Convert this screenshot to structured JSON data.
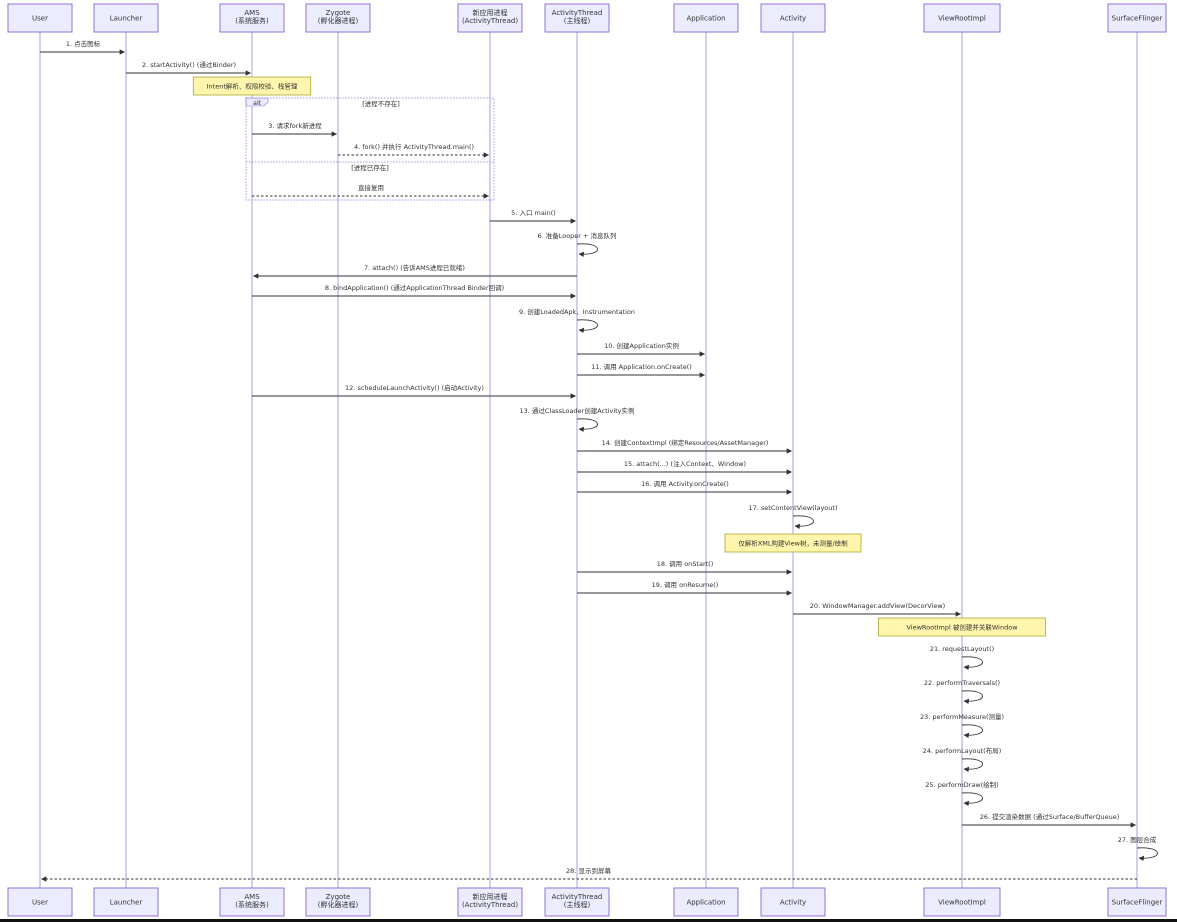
{
  "actors": [
    {
      "id": "user",
      "lines": [
        "User"
      ]
    },
    {
      "id": "launcher",
      "lines": [
        "Launcher"
      ]
    },
    {
      "id": "ams",
      "lines": [
        "AMS",
        "(系统服务)"
      ]
    },
    {
      "id": "zygote",
      "lines": [
        "Zygote",
        "(孵化器进程)"
      ]
    },
    {
      "id": "newproc",
      "lines": [
        "新应用进程",
        "(ActivityThread)"
      ]
    },
    {
      "id": "at",
      "lines": [
        "ActivityThread",
        "(主线程)"
      ]
    },
    {
      "id": "application",
      "lines": [
        "Application"
      ]
    },
    {
      "id": "activity",
      "lines": [
        "Activity"
      ]
    },
    {
      "id": "vri",
      "lines": [
        "ViewRootImpl"
      ]
    },
    {
      "id": "sf",
      "lines": [
        "SurfaceFlinger"
      ]
    }
  ],
  "steps": [
    {
      "kind": "msg",
      "from": "user",
      "to": "launcher",
      "text": "1. 点击图标"
    },
    {
      "kind": "msg",
      "from": "launcher",
      "to": "ams",
      "text": "2. startActivity() (通过Binder)"
    },
    {
      "kind": "note",
      "over": "ams",
      "text": "Intent解析、权限校验、栈管理"
    },
    {
      "kind": "alt_start",
      "label": "alt",
      "cond": "[进程不存在]"
    },
    {
      "kind": "msg",
      "from": "ams",
      "to": "zygote",
      "text": "3. 请求fork新进程"
    },
    {
      "kind": "msg",
      "from": "zygote",
      "to": "newproc",
      "text": "4. fork() 并执行 ActivityThread.main()",
      "dashed": true
    },
    {
      "kind": "alt_else",
      "cond": "[进程已存在]"
    },
    {
      "kind": "msg",
      "from": "ams",
      "to": "newproc",
      "text": "直接复用",
      "dashed": true
    },
    {
      "kind": "alt_end"
    },
    {
      "kind": "msg",
      "from": "newproc",
      "to": "at",
      "text": "5. 入口 main()"
    },
    {
      "kind": "self",
      "at": "at",
      "text": "6. 准备Looper + 消息队列"
    },
    {
      "kind": "msg",
      "from": "at",
      "to": "ams",
      "text": "7. attach() (告诉AMS进程已就绪)"
    },
    {
      "kind": "msg",
      "from": "ams",
      "to": "at",
      "text": "8. bindApplication() (通过ApplicationThread Binder回调)"
    },
    {
      "kind": "self",
      "at": "at",
      "text": "9. 创建LoadedApk、Instrumentation"
    },
    {
      "kind": "msg",
      "from": "at",
      "to": "application",
      "text": "10. 创建Application实例"
    },
    {
      "kind": "msg",
      "from": "at",
      "to": "application",
      "text": "11. 调用 Application.onCreate()"
    },
    {
      "kind": "msg",
      "from": "ams",
      "to": "at",
      "text": "12. scheduleLaunchActivity() (启动Activity)"
    },
    {
      "kind": "self",
      "at": "at",
      "text": "13. 通过ClassLoader创建Activity实例"
    },
    {
      "kind": "msg",
      "from": "at",
      "to": "activity",
      "text": "14. 创建ContextImpl (绑定Resources/AssetManager)"
    },
    {
      "kind": "msg",
      "from": "at",
      "to": "activity",
      "text": "15. attach(...) (注入Context、Window)"
    },
    {
      "kind": "msg",
      "from": "at",
      "to": "activity",
      "text": "16. 调用 Activity.onCreate()"
    },
    {
      "kind": "self",
      "at": "activity",
      "text": "17. setContentView(layout)"
    },
    {
      "kind": "note",
      "over": "activity",
      "text": "仅解析XML构建View树，未测量/绘制"
    },
    {
      "kind": "msg",
      "from": "at",
      "to": "activity",
      "text": "18. 调用 onStart()"
    },
    {
      "kind": "msg",
      "from": "at",
      "to": "activity",
      "text": "19. 调用 onResume()"
    },
    {
      "kind": "msg",
      "from": "activity",
      "to": "vri",
      "text": "20. WindowManager.addView(DecorView)"
    },
    {
      "kind": "note",
      "over": "vri",
      "text": "ViewRootImpl 被创建并关联Window"
    },
    {
      "kind": "self",
      "at": "vri",
      "text": "21. requestLayout()"
    },
    {
      "kind": "self",
      "at": "vri",
      "text": "22. performTraversals()"
    },
    {
      "kind": "self",
      "at": "vri",
      "text": "23. performMeasure(测量)"
    },
    {
      "kind": "self",
      "at": "vri",
      "text": "24. performLayout(布局)"
    },
    {
      "kind": "self",
      "at": "vri",
      "text": "25. performDraw(绘制)"
    },
    {
      "kind": "msg",
      "from": "vri",
      "to": "sf",
      "text": "26. 提交渲染数据 (通过Surface/BufferQueue)"
    },
    {
      "kind": "self",
      "at": "sf",
      "text": "27. 图层合成"
    },
    {
      "kind": "msg",
      "from": "sf",
      "to": "user",
      "text": "28. 显示到屏幕",
      "dashed": true
    }
  ]
}
